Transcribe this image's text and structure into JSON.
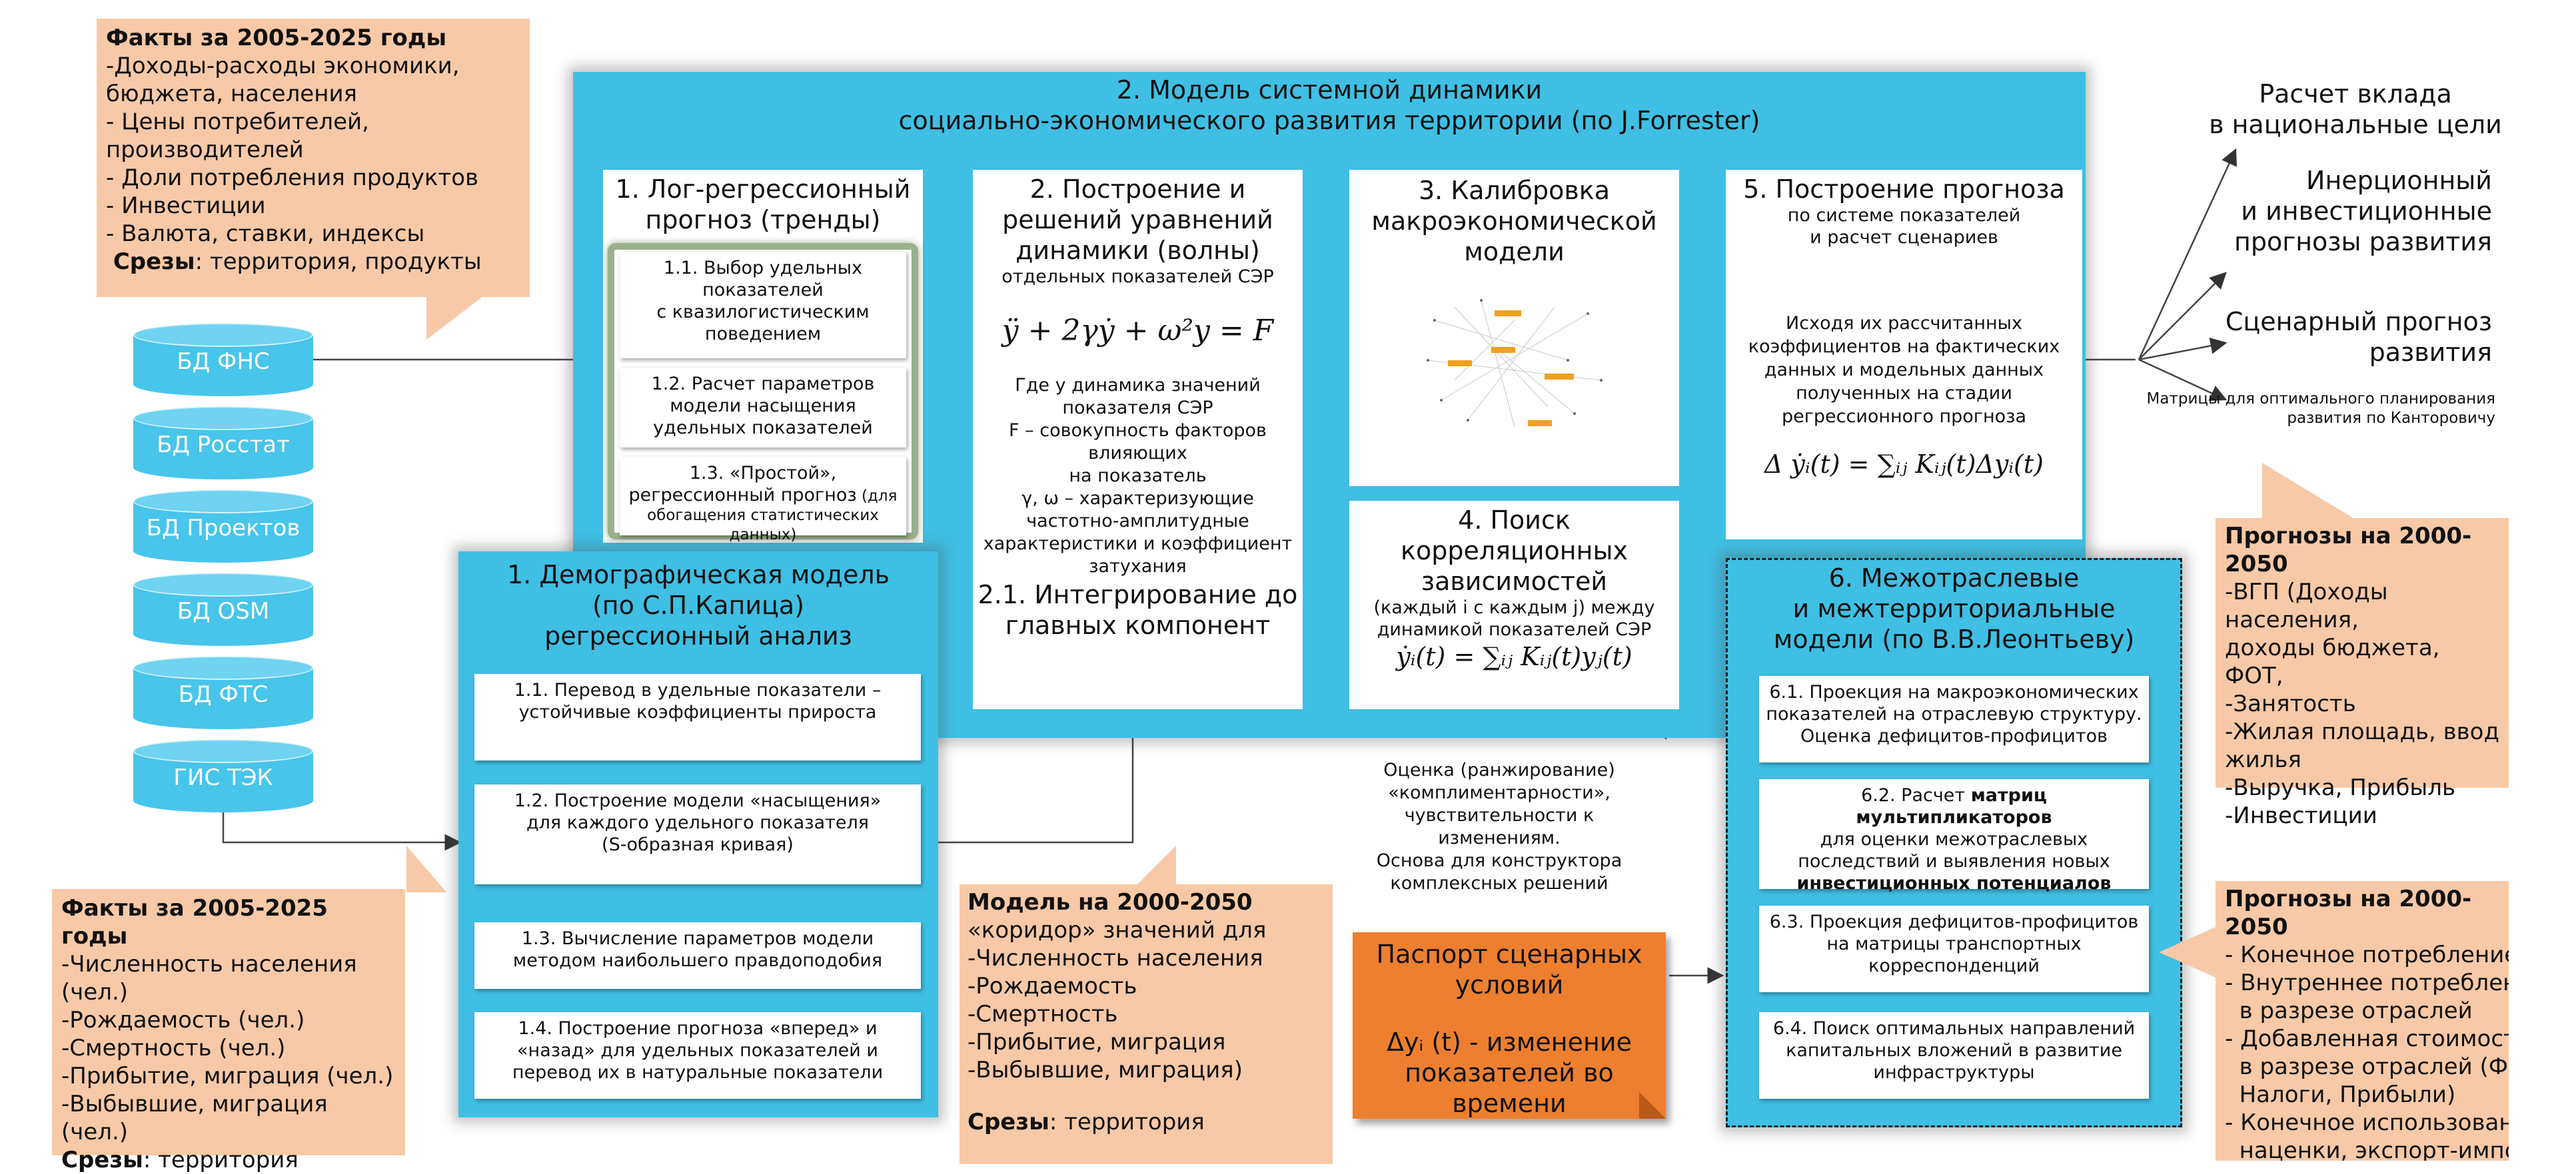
{
  "facts_top": {
    "title": "Факты за 2005-2025 годы",
    "items": "-Доходы-расходы экономики,\n бюджета, населения\n- Цены потребителей,\n производителей\n- Доли потребления продуктов\n- Инвестиции\n- Валюта, ставки, индексы",
    "slices_label": "Срезы",
    "slices_value": ": территория, продукты"
  },
  "databases": [
    "БД ФНС",
    "БД Росстат",
    "БД Проектов",
    "БД OSM",
    "БД ФТС",
    "ГИС ТЭК"
  ],
  "facts_bottom": {
    "title": "Факты за 2005-2025 годы",
    "items": "-Численность населения\n (чел.)\n-Рождаемость (чел.)\n-Смертность (чел.)\n-Прибытие, миграция (чел.)\n-Выбывшие, миграция (чел.)",
    "slices_label": "Срезы",
    "slices_value": ": территория"
  },
  "model2": {
    "title": "2. Модель системной динамики\nсоциально-экономического развития территории (по J.Forrester)",
    "b1": {
      "title": "1. Лог-регрессионный\nпрогноз (тренды)",
      "s1": "1.1. Выбор удельных\nпоказателей\nс квазилогистическим\nповедением",
      "s2": "1.2. Расчет параметров\nмодели насыщения\nудельных показателей",
      "s3_main": "1.3. «Простой»,\nрегрессионный прогноз",
      "s3_note": " (для\nобогащения статистических данных)"
    },
    "b2": {
      "title": "2. Построение и\nрешений уравнений\nдинамики (волны)",
      "subtitle": "отдельных показателей СЭР",
      "formula": "ÿ + 2γẏ + ω²y = F",
      "desc": "Где y динамика значений\nпоказателя СЭР\nF – совокупность факторов\nвлияющих\nна показатель\nγ, ω – характеризующие\nчастотно-амплитудные\nхарактеристики и коэффициент\nзатухания",
      "sub21": "2.1. Интегрирование до\nглавных компонент"
    },
    "b3": {
      "title": "3. Калибровка\nмакроэкономической\nмодели"
    },
    "b4": {
      "title": "4. Поиск\nкорреляционных\nзависимостей",
      "desc": "(каждый i с каждым j) между\nдинамикой показателей СЭР",
      "formula": "ẏᵢ(t) = ∑ᵢⱼ Kᵢⱼ(t)yⱼ(t)"
    },
    "b5": {
      "title": "5. Построение прогноза",
      "subtitle": "по системе показателей\nи расчет сценариев",
      "desc": "Исходя их рассчитанных\nкоэффициентов на фактических\nданных и модельных данных\nполученных на стадии\nрегрессионного прогноза",
      "formula": "Δ ẏᵢ(t) = ∑ᵢⱼ Kᵢⱼ(t)Δyᵢ(t)"
    }
  },
  "demo": {
    "title": "1. Демографическая модель\n(по С.П.Капица)",
    "subtitle": "регрессионный анализ",
    "s1": "1.1. Перевод в удельные показатели –\nустойчивые коэффициенты прироста",
    "s2": "1.2. Построение модели «насыщения»\nдля каждого удельного показателя\n(S-образная кривая)",
    "s3": "1.3. Вычисление параметров модели\nметодом наибольшего правдоподобия",
    "s4": "1.4. Построение прогноза «вперед» и\n«назад» для удельных показателей и\nперевод их в натуральные показатели"
  },
  "corridor": {
    "title": "Модель на 2000-2050",
    "items": "«коридор» значений для\n-Численность населения\n-Рождаемость\n-Смертность\n-Прибытие, миграция\n-Выбывшие, миграция)",
    "slices_label": "Срезы",
    "slices_value": ": территория"
  },
  "assessment": "Оценка  (ранжирование)\n«комплиментарности»,\nчувствительности к\nизменениям.\nОснова для конструктора\nкомплексных решений",
  "passport": {
    "title": "Паспорт сценарных\nусловий",
    "desc": "Δyᵢ (t) - изменение\nпоказателей во времени"
  },
  "leontief": {
    "title": "6. Межотраслевые\nи межтерриториальные\nмодели (по В.В.Леонтьеву)",
    "s1": "6.1. Проекция на макроэкономических\nпоказателей на отраслевую структуру.\nОценка дефицитов-профицитов",
    "s2_a": "6.2. Расчет ",
    "s2_b": "матриц мультипликаторов",
    "s2_c": "\nдля оценки межотраслевых\nпоследствий и выявления новых\n",
    "s2_d": "инвестиционных потенциалов",
    "s3": "6.3. Проекция дефицитов-профицитов\nна матрицы транспортных\nкорреспонденций",
    "s4": "6.4. Поиск оптимальных направлений\nкапитальных вложений в развитие\nинфраструктуры"
  },
  "outputs": {
    "o1": "Расчет вклада\nв национальные цели",
    "o2": "Инерционный\nи инвестиционные\nпрогнозы развития",
    "o3": "Сценарный прогноз\nразвития",
    "o4": "Матрицы для оптимального планирования\nразвития по Канторовичу"
  },
  "forecast_right_top": {
    "title": "Прогнозы на 2000-2050",
    "items": "-ВГП (Доходы населения,\nдоходы бюджета, ФОТ,\n-Занятость\n-Жилая площадь, ввод\nжилья\n-Выручка, Прибыль\n-Инвестиции"
  },
  "forecast_right_bottom": {
    "title": "Прогнозы на 2000-2050",
    "items": "- Конечное потребление\n- Внутреннее потребление\n  в разрезе отраслей\n- Добавленная стоимость\n  в разрезе отраслей (ФОТ,\n  Налоги, Прибыли)\n- Конечное использование,\n  наценки, экспорт-импорт"
  },
  "colors": {
    "cyan": "#3fbfe4",
    "peach": "#f8c9a7",
    "orange": "#ee7f2f",
    "green_frame": "#9bb08e"
  }
}
